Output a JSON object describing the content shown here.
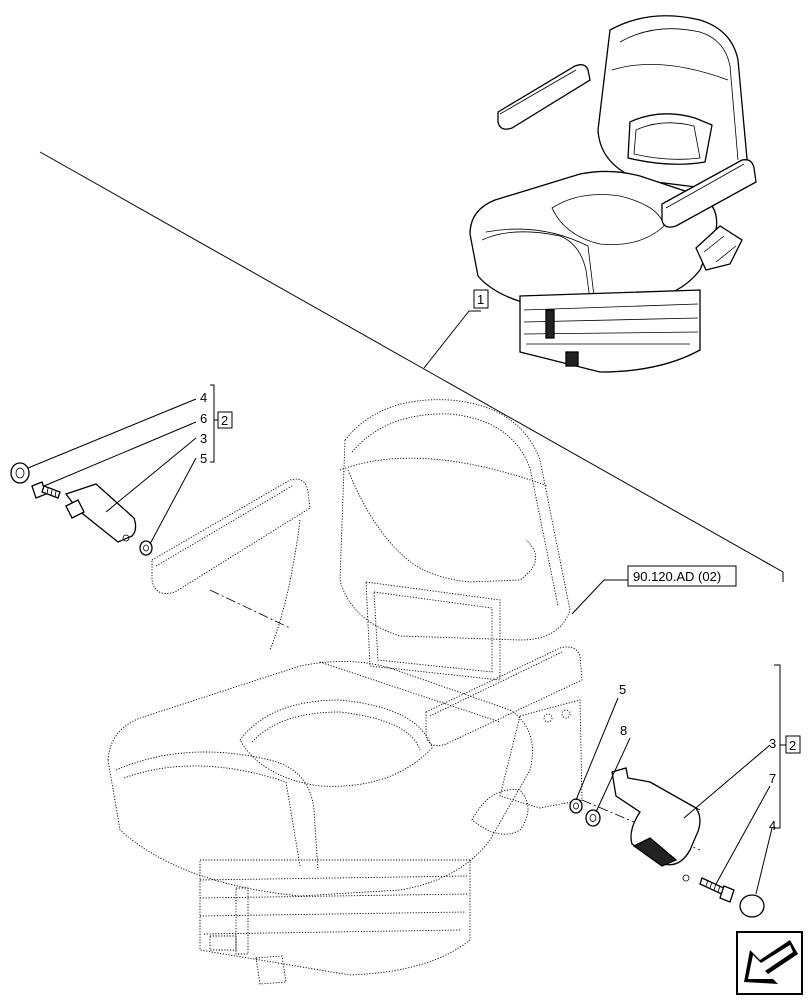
{
  "diagram": {
    "callouts": {
      "top_seat": "1",
      "left_stack": [
        "4",
        "6",
        "3",
        "5"
      ],
      "left_group": "2",
      "right_5": "5",
      "right_8": "8",
      "right_stack": [
        "3",
        "7",
        "4"
      ],
      "right_group": "2",
      "reference": "90.120.AD (02)"
    },
    "nav_icon": "arrow-down-left-icon"
  }
}
